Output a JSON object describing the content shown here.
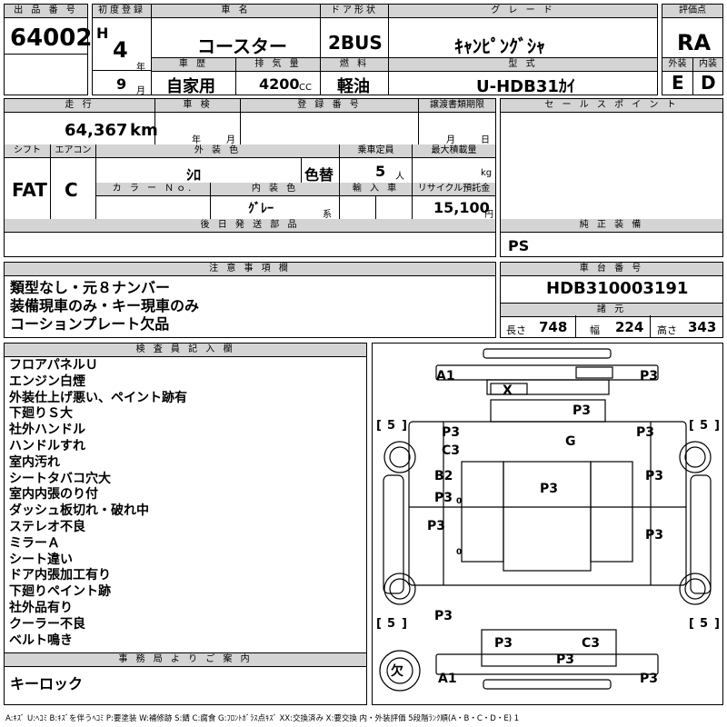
{
  "header": {
    "lot_no_label": "出 品 番 号",
    "lot_no": "64002",
    "first_reg_label": "初度登録",
    "era": "H",
    "reg_year": "4",
    "year_unit": "年",
    "reg_month": "9",
    "month_unit": "月",
    "car_name_label": "車 名",
    "car_name": "コースター",
    "history_label": "車 歴",
    "history": "自家用",
    "displacement_label": "排 気 量",
    "displacement": "4200",
    "displacement_unit": "CC",
    "door_label": "ドア形状",
    "door": "2BUS",
    "fuel_label": "燃 料",
    "fuel": "軽油",
    "grade_label": "グ レ ー ド",
    "grade": "ｷｬﾝﾋﾟﾝｸﾞｼｬ",
    "model_label": "型 式",
    "model": "U-HDB31ｶｲ",
    "score_label": "評価点",
    "score": "RA",
    "exterior_label": "外装",
    "exterior": "E",
    "interior_label": "内装",
    "interior": "D"
  },
  "row2": {
    "mileage_label": "走 行",
    "mileage": "64,367",
    "mileage_unit": "km",
    "inspection_label": "車 検",
    "insp_year_unit": "年",
    "insp_month_unit": "月",
    "plate_label": "登 録 番 号",
    "transfer_label": "譲渡書類期限",
    "transfer_month_unit": "月",
    "transfer_day_unit": "日",
    "sales_points_label": "セ ー ル ス ポ イ ン ト",
    "shift_label": "シフト",
    "shift": "FAT",
    "ac_label": "エアコン",
    "ac": "C",
    "color_label": "外 装 色",
    "color": "ｼﾛ",
    "color_change": "色替",
    "capacity_label": "乗車定員",
    "capacity": "5",
    "capacity_unit": "人",
    "load_label": "最大積載量",
    "load_unit": "kg",
    "color_no_label": "カ ラ ー Ｎｏ.",
    "interior_color_label": "内 装 色",
    "interior_color": "ｸﾞﾚｰ",
    "interior_color_unit": "系",
    "import_label": "輸 入 車",
    "recycle_label": "リサイクル預託金",
    "recycle": "15,100",
    "recycle_unit": "円",
    "later_parts_label": "後 日 発 送 部 品",
    "genuine_label": "純 正 装 備",
    "genuine": "PS"
  },
  "notes": {
    "label": "注 意 事 項 欄",
    "lines": [
      "類型なし・元８ナンバー",
      "装備現車のみ・キー現車のみ",
      "コーションプレート欠品"
    ]
  },
  "chassis": {
    "label": "車 台 番 号",
    "number": "HDB310003191",
    "spec_label": "諸 元",
    "length_label": "長さ",
    "length": "748",
    "width_label": "幅",
    "width": "224",
    "height_label": "高さ",
    "height": "343"
  },
  "inspector": {
    "label": "検 査 員 記 入 欄",
    "lines": [
      "フロアパネルＵ",
      "エンジン白煙",
      "外装仕上げ悪い、ペイント跡有",
      "下廻りＳ大",
      "社外ハンドル",
      "ハンドルすれ",
      "室内汚れ",
      "シートタバコ穴大",
      "室内内張のり付",
      "ダッシュ板切れ・破れ中",
      "ステレオ不良",
      "ミラーＡ",
      "シート違い",
      "ドア内張加工有り",
      "下廻りペイント跡",
      "社外品有り",
      "クーラー不良",
      "ベルト鳴き"
    ]
  },
  "office": {
    "label": "事 務 局 よ り ご 案 内",
    "text": "キーロック"
  },
  "diagram": {
    "marks": {
      "front_l": "A1",
      "front_r": "P3",
      "bumper_x": "X",
      "hood": "P3",
      "fender_l": "P3",
      "fender_l2": "C3",
      "fender_r": "P3",
      "roof": "G",
      "door_l1": "B2",
      "door_l2": "P3",
      "door_r1": "P3",
      "center": "P3",
      "side_l": "P3",
      "side_r": "P3",
      "rear_l": "P3",
      "back_l": "P3",
      "back_r": "C3",
      "back_c": "P3",
      "rear_a1": "A1",
      "rear_p3": "P3",
      "tyre_fl": "5",
      "tyre_fr": "5",
      "tyre_rl": "5",
      "tyre_rr": "5",
      "spare": "欠",
      "door_note_1": "0",
      "door_note_2": "0"
    }
  },
  "legend": "A:ｷｽﾞ U:ﾍｺﾐ B:ｷｽﾞを伴うﾍｺﾐ P:要塗装 W:補修跡 S:錆 C:腐食 G:ﾌﾛﾝﾄｶﾞﾗｽ点ｷｽﾞ XX:交換済み X:要交換 内・外装評価 5段階ﾗﾝｸ順(A・B・C・D・E) 1"
}
